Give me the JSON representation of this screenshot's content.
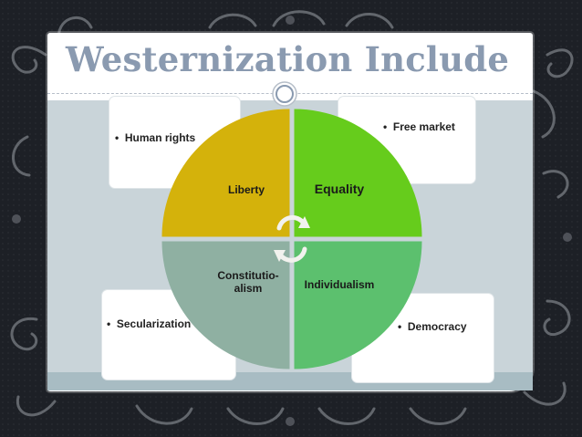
{
  "title": "Westernization Include",
  "quadrants": [
    {
      "id": "tl",
      "label_lines": [
        "Liberty"
      ],
      "color": "#d4b20b"
    },
    {
      "id": "tr",
      "label_lines": [
        "Equality"
      ],
      "color": "#66cc1c"
    },
    {
      "id": "bl",
      "label_lines": [
        "Constitutio-",
        "alism"
      ],
      "color": "#8fb0a2"
    },
    {
      "id": "br",
      "label_lines": [
        "Individualism"
      ],
      "color": "#5cc06e"
    }
  ],
  "cards": {
    "tl": "Human rights",
    "tr": "Free market",
    "bl": "Secularization",
    "br": "Democracy"
  },
  "colors": {
    "background": "#1d2026",
    "title": "#8a9ab0",
    "panel": "#c9d4d9",
    "cycle_arrows": "#f2f2ee",
    "ornament": "#6f7379"
  },
  "icons": [
    "cycle-arrows-icon",
    "ornament-swirl-icon",
    "title-knob-icon"
  ]
}
